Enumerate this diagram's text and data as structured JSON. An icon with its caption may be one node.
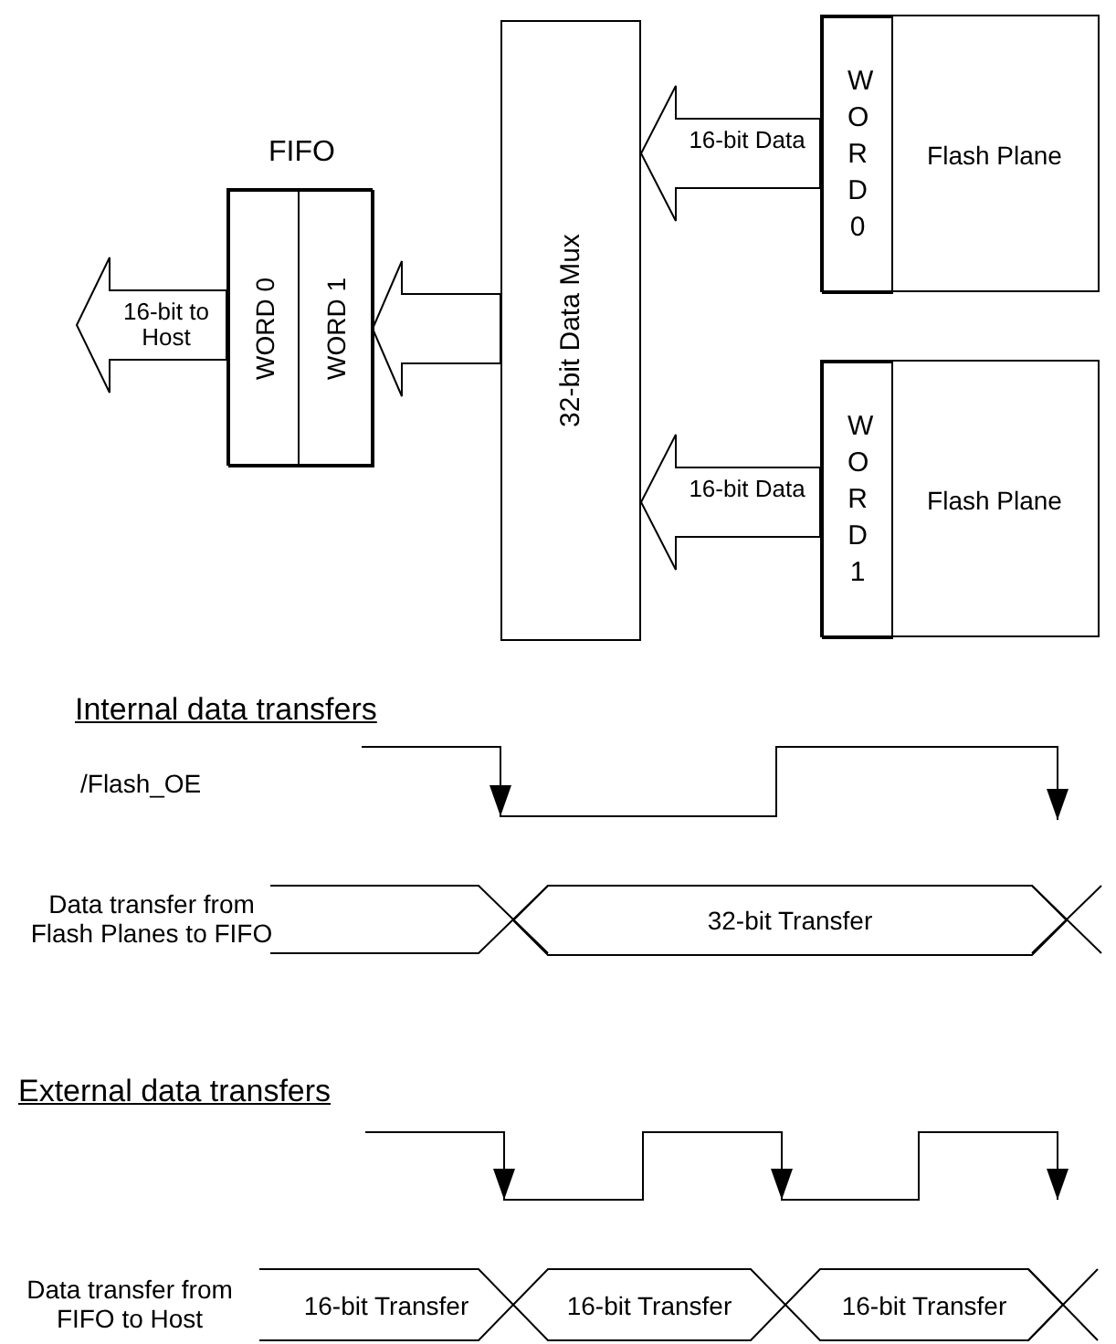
{
  "diagram": {
    "nodes": [
      {
        "text": [
          "FIFO"
        ]
      },
      {
        "text": [
          "WORD 0"
        ],
        "in": 0
      },
      {
        "text": [
          "WORD 1"
        ],
        "in": 0
      },
      {
        "text": [
          "32-bit Data Mux"
        ]
      },
      {
        "text": [
          "Flash Plane"
        ]
      },
      {
        "text": [
          "W O R D 0"
        ],
        "in": 4
      },
      {
        "text": [
          "Flash Plane"
        ]
      },
      {
        "text": [
          "W O R D 1"
        ],
        "in": 6
      },
      {
        "text": [
          "32-bit Transfer"
        ]
      },
      {
        "text": [
          "16-bit Transfer"
        ]
      },
      {
        "text": [
          "16-bit Transfer"
        ]
      },
      {
        "text": [
          "16-bit Transfer"
        ]
      }
    ],
    "edges": [
      {
        "from": 0,
        "to": null,
        "arrow": "to",
        "label": "16-bit to Host"
      },
      {
        "from": 3,
        "to": 0,
        "arrow": "to"
      },
      {
        "from": 5,
        "to": 3,
        "arrow": "to",
        "label": "16-bit Data"
      },
      {
        "from": 7,
        "to": 3,
        "arrow": "to",
        "label": "16-bit Data"
      }
    ],
    "labels": [
      "Internal data transfers",
      "/Flash_OE",
      "Data transfer from Flash Planes to FIFO",
      "External data transfers",
      "Data transfer from FIFO to Host"
    ]
  }
}
